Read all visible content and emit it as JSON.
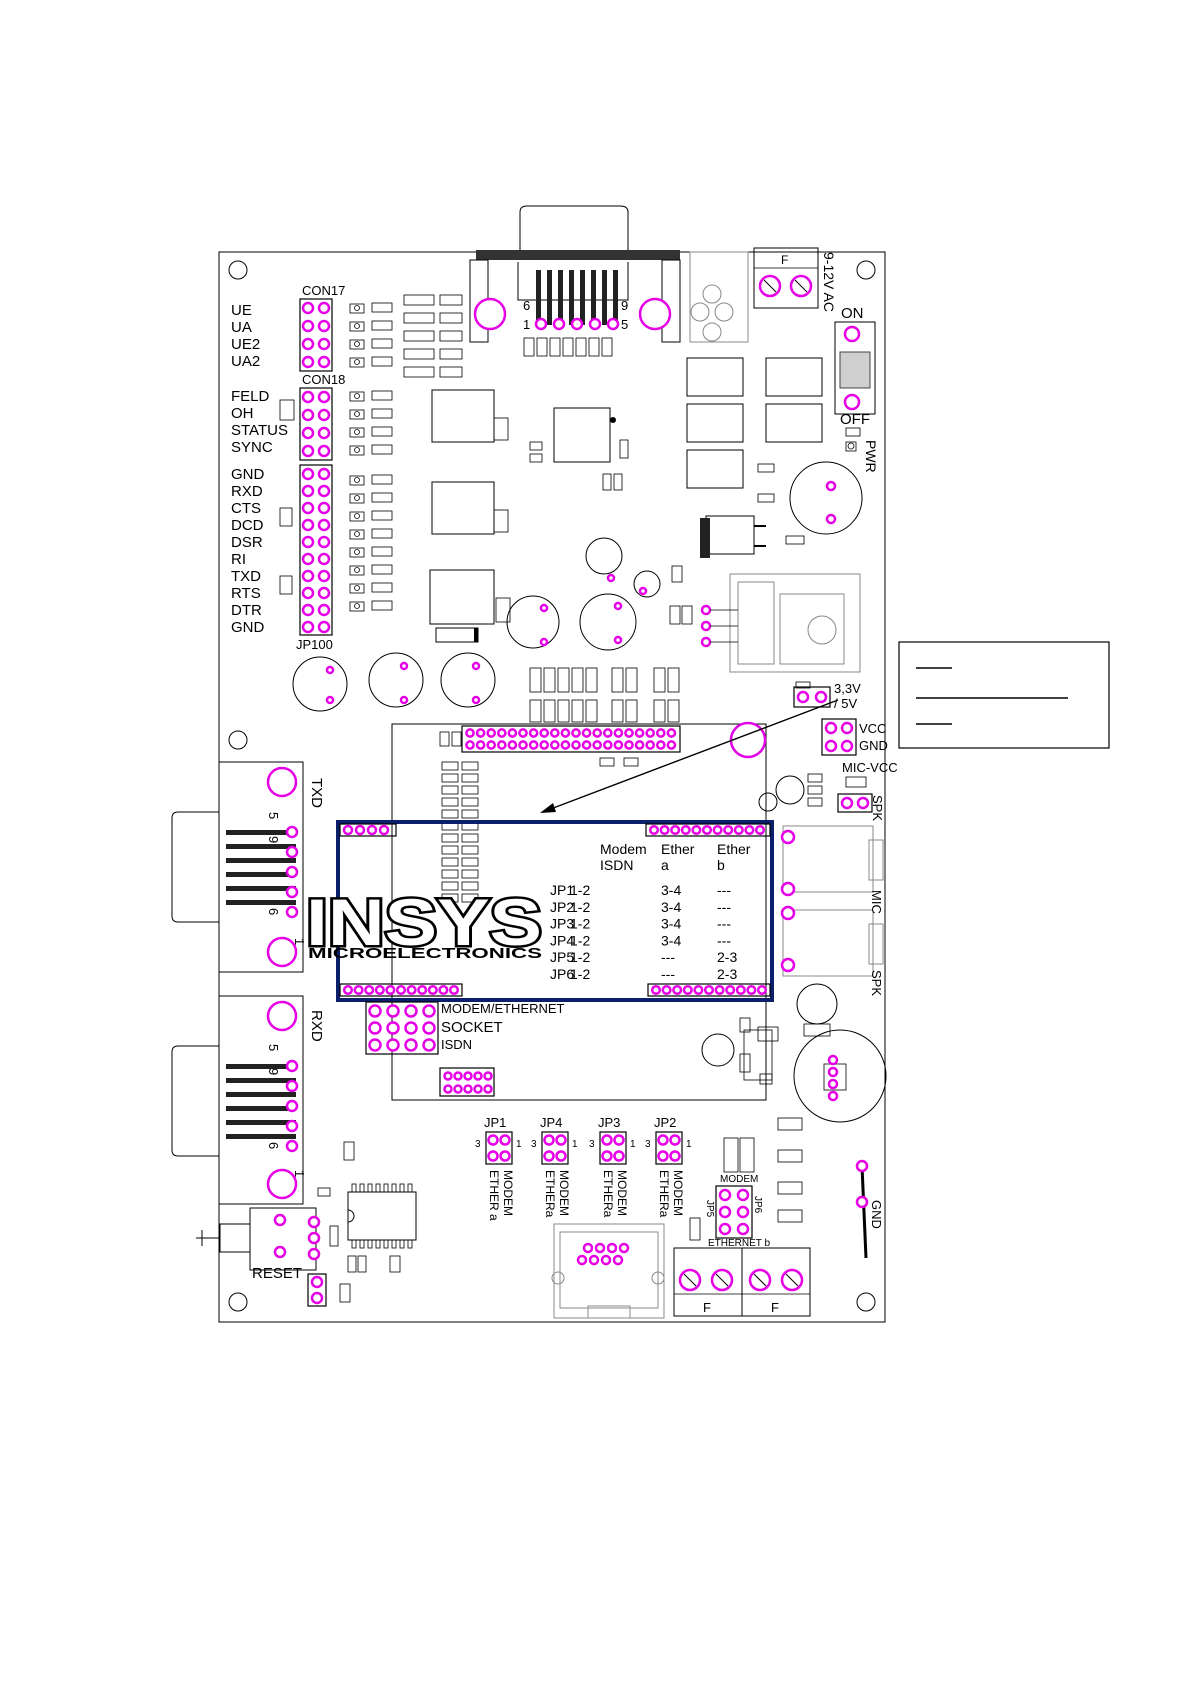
{
  "board": {
    "logo_main": "INSYS",
    "logo_sub": "MICROELECTRONICS",
    "con17_label": "CON17",
    "con18_label": "CON18",
    "jp100_label": "JP100",
    "left_labels_top": [
      "UE",
      "UA",
      "UE2",
      "UA2"
    ],
    "left_labels_status": [
      "FELD",
      "OH",
      "STATUS",
      "SYNC"
    ],
    "left_labels_serial": [
      "GND",
      "RXD",
      "CTS",
      "DCD",
      "DSR",
      "RI",
      "TXD",
      "RTS",
      "DTR",
      "GND"
    ],
    "db9_top": {
      "pin6": "6",
      "pin9": "9",
      "pin1": "1",
      "pin5": "5"
    },
    "power": {
      "supply": "9-12V AC",
      "fuse": "F",
      "on": "ON",
      "off": "OFF",
      "pwr": "PWR"
    },
    "right_labels": {
      "v33": "3,3V",
      "v5": "/ 5V",
      "vcc": "VCC",
      "gnd": "GND",
      "mic_vcc": "MIC-VCC",
      "spk": "SPK",
      "mic": "MIC",
      "spk2": "SPK",
      "gnd_bottom": "GND"
    },
    "sub_d_left": {
      "txd": "TXD",
      "rxd": "RXD",
      "p5": "5",
      "p9": "9",
      "p6": "6",
      "p1": "1"
    },
    "socket_labels": [
      "MODEM/ETHERNET",
      "SOCKET",
      "ISDN"
    ],
    "reset_label": "RESET",
    "bottom_jumpers": [
      {
        "name": "JP1",
        "left": "3",
        "right": "1",
        "a": "ETHER a",
        "b": "MODEM"
      },
      {
        "name": "JP4",
        "left": "3",
        "right": "1",
        "a": "ETHERa",
        "b": "MODEM"
      },
      {
        "name": "JP3",
        "left": "3",
        "right": "1",
        "a": "ETHERa",
        "b": "MODEM"
      },
      {
        "name": "JP2",
        "left": "3",
        "right": "1",
        "a": "ETHERa",
        "b": "MODEM"
      }
    ],
    "jp56": {
      "modem": "MODEM",
      "ethernet_b": "ETHERNET b",
      "jp5": "JP5",
      "jp6": "JP6"
    },
    "fuse_bottom": [
      "F",
      "F"
    ]
  },
  "jumper_table": {
    "headers": [
      [
        "Modem",
        "ISDN"
      ],
      [
        "Ether",
        "a"
      ],
      [
        "Ether",
        "b"
      ]
    ],
    "rows": [
      {
        "jp": "JP1",
        "modem": "1-2",
        "ether_a": "3-4",
        "ether_b": "---"
      },
      {
        "jp": "JP2",
        "modem": "1-2",
        "ether_a": "3-4",
        "ether_b": "---"
      },
      {
        "jp": "JP3",
        "modem": "1-2",
        "ether_a": "3-4",
        "ether_b": "---"
      },
      {
        "jp": "JP4",
        "modem": "1-2",
        "ether_a": "3-4",
        "ether_b": "---"
      },
      {
        "jp": "JP5",
        "modem": "1-2",
        "ether_a": "---",
        "ether_b": "2-3"
      },
      {
        "jp": "JP6",
        "modem": "1-2",
        "ether_a": "---",
        "ether_b": "2-3"
      }
    ]
  },
  "colors": {
    "pad": "#e600e6",
    "highlight": "#0b1f6b",
    "ink": "#000000"
  }
}
